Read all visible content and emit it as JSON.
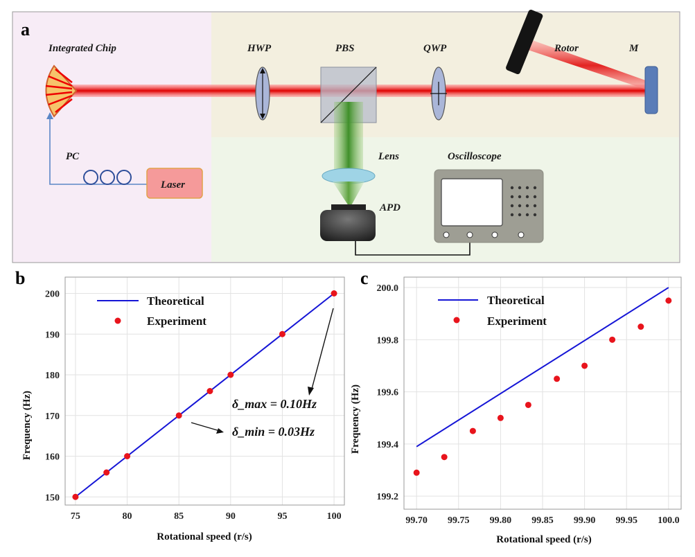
{
  "panel_a": {
    "label": "a",
    "components": {
      "chip": "Integrated Chip",
      "hwp": "HWP",
      "pbs": "PBS",
      "qwp": "QWP",
      "rotor": "Rotor",
      "mirror": "M",
      "pc": "PC",
      "laser": "Laser",
      "lens": "Lens",
      "oscilloscope": "Oscilloscope",
      "apd": "APD"
    }
  },
  "chart_data": [
    {
      "panel": "b",
      "type": "line",
      "xlabel": "Rotational speed (r/s)",
      "ylabel": "Frequency (Hz)",
      "xlim": [
        74,
        101
      ],
      "ylim": [
        148,
        204
      ],
      "xticks": [
        "75",
        "80",
        "85",
        "90",
        "95",
        "100"
      ],
      "yticks": [
        "150",
        "160",
        "170",
        "180",
        "190",
        "200"
      ],
      "grid": true,
      "legend_position": "top-left",
      "series": [
        {
          "name": "Theoretical",
          "style": "line",
          "color": "#1515d6",
          "x": [
            75,
            100
          ],
          "y": [
            150,
            200
          ]
        },
        {
          "name": "Experiment",
          "style": "scatter",
          "color": "#e8141c",
          "x": [
            75,
            78,
            80,
            85,
            88,
            90,
            95,
            100
          ],
          "y": [
            150,
            156,
            160,
            170,
            176,
            180,
            190,
            200
          ]
        }
      ],
      "annotations": [
        {
          "text": "δ_max = 0.10Hz",
          "points_to": [
            100,
            200
          ]
        },
        {
          "text": "δ_min = 0.03Hz",
          "points_to": [
            85,
            170
          ]
        }
      ]
    },
    {
      "panel": "c",
      "type": "line",
      "xlabel": "Rotational speed (r/s)",
      "ylabel": "Frequency (Hz)",
      "xlim": [
        99.685,
        100.015
      ],
      "ylim": [
        199.15,
        200.04
      ],
      "xticks": [
        "99.70",
        "99.75",
        "99.80",
        "99.85",
        "99.90",
        "99.95",
        "100.0"
      ],
      "yticks": [
        "199.2",
        "199.4",
        "199.6",
        "199.8",
        "200.0"
      ],
      "grid": true,
      "legend_position": "top-left",
      "series": [
        {
          "name": "Theoretical",
          "style": "line",
          "color": "#1515d6",
          "x": [
            99.7,
            100.0
          ],
          "y": [
            199.39,
            200.0
          ]
        },
        {
          "name": "Experiment",
          "style": "scatter",
          "color": "#e8141c",
          "x": [
            99.7,
            99.733,
            99.767,
            99.8,
            99.833,
            99.867,
            99.9,
            99.933,
            99.967,
            100.0
          ],
          "y": [
            199.29,
            199.35,
            199.45,
            199.5,
            199.55,
            199.65,
            199.7,
            199.8,
            199.85,
            199.95
          ]
        }
      ]
    }
  ]
}
